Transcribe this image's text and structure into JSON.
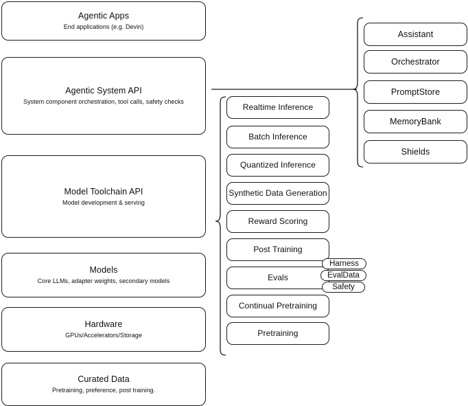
{
  "diagram": {
    "type": "layered-stack-architecture",
    "background_color": "#ffffff",
    "stroke_color": "#1a1a1a",
    "layers": [
      {
        "id": "agentic-apps",
        "title": "Agentic Apps",
        "subtitle": "End applications (e.g. Devin)"
      },
      {
        "id": "agentic-system-api",
        "title": "Agentic System API",
        "subtitle": "System component orchestration, tool calls, safety checks"
      },
      {
        "id": "model-toolchain-api",
        "title": "Model Toolchain API",
        "subtitle": "Model development & serving"
      },
      {
        "id": "models",
        "title": "Models",
        "subtitle": "Core LLMs, adapter weights, secondary models"
      },
      {
        "id": "hardware",
        "title": "Hardware",
        "subtitle": "GPUs/Accelerators/Storage"
      },
      {
        "id": "curated-data",
        "title": "Curated Data",
        "subtitle": "Pretraining, preference, post training."
      }
    ],
    "toolchain_items": [
      {
        "label": "Realtime Inference"
      },
      {
        "label": "Batch Inference"
      },
      {
        "label": "Quantized Inference"
      },
      {
        "label": "Synthetic Data Generation"
      },
      {
        "label": "Reward Scoring"
      },
      {
        "label": "Post Training"
      },
      {
        "label": "Evals"
      },
      {
        "label": "Continual Pretraining"
      },
      {
        "label": "Pretraining"
      }
    ],
    "evals_badges": [
      {
        "label": "Harness"
      },
      {
        "label": "EvalData"
      },
      {
        "label": "Safety"
      }
    ],
    "system_items": [
      {
        "label": "Assistant"
      },
      {
        "label": "Orchestrator"
      },
      {
        "label": "PromptStore"
      },
      {
        "label": "MemoryBank"
      },
      {
        "label": "Shields"
      }
    ]
  }
}
